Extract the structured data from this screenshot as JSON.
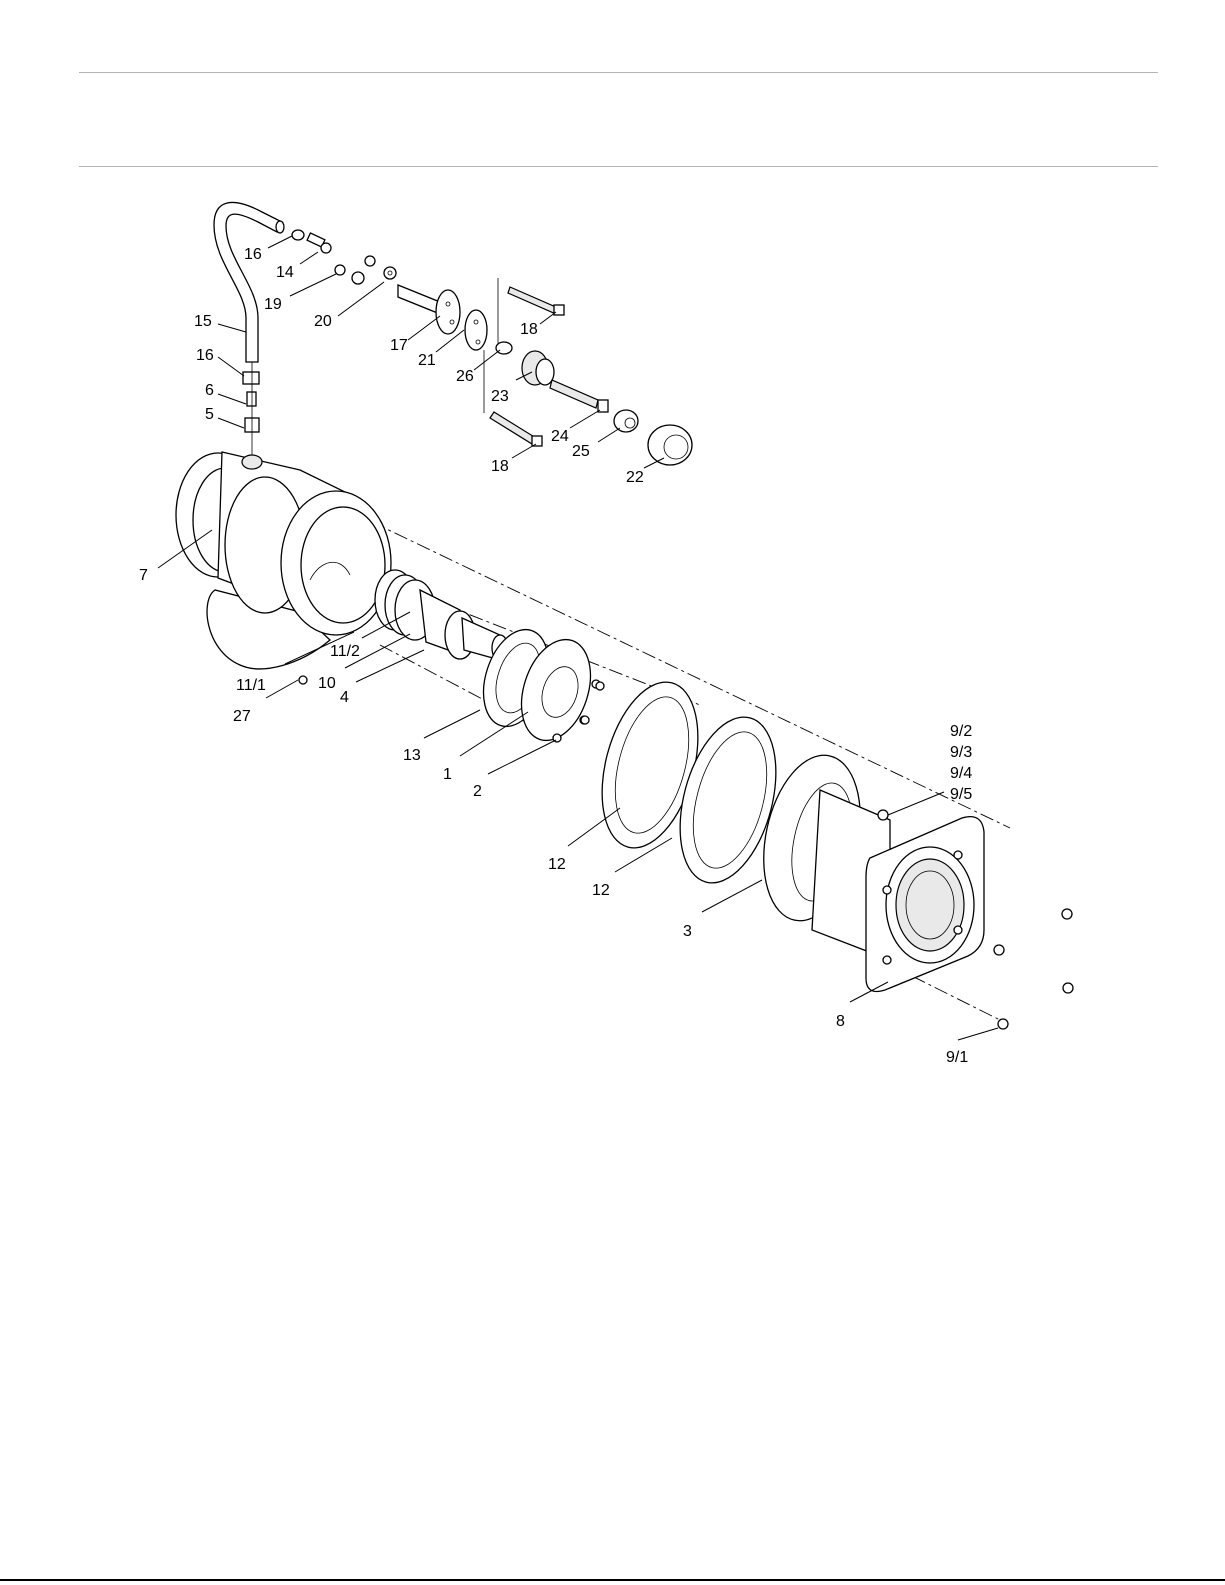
{
  "labels": {
    "l16a": "16",
    "l14": "14",
    "l19": "19",
    "l20": "20",
    "l15": "15",
    "l16b": "16",
    "l6": "6",
    "l5": "5",
    "l17": "17",
    "l18a": "18",
    "l21": "21",
    "l26": "26",
    "l23": "23",
    "l24": "24",
    "l25": "25",
    "l18b": "18",
    "l22": "22",
    "l7": "7",
    "l11_2": "11/2",
    "l11_1": "11/1",
    "l10": "10",
    "l4": "4",
    "l27": "27",
    "l13": "13",
    "l1": "1",
    "l2": "2",
    "l9_2": "9/2",
    "l9_3": "9/3",
    "l9_4": "9/4",
    "l9_5": "9/5",
    "l12a": "12",
    "l12b": "12",
    "l3": "3",
    "l8": "8",
    "l9_1": "9/1"
  }
}
